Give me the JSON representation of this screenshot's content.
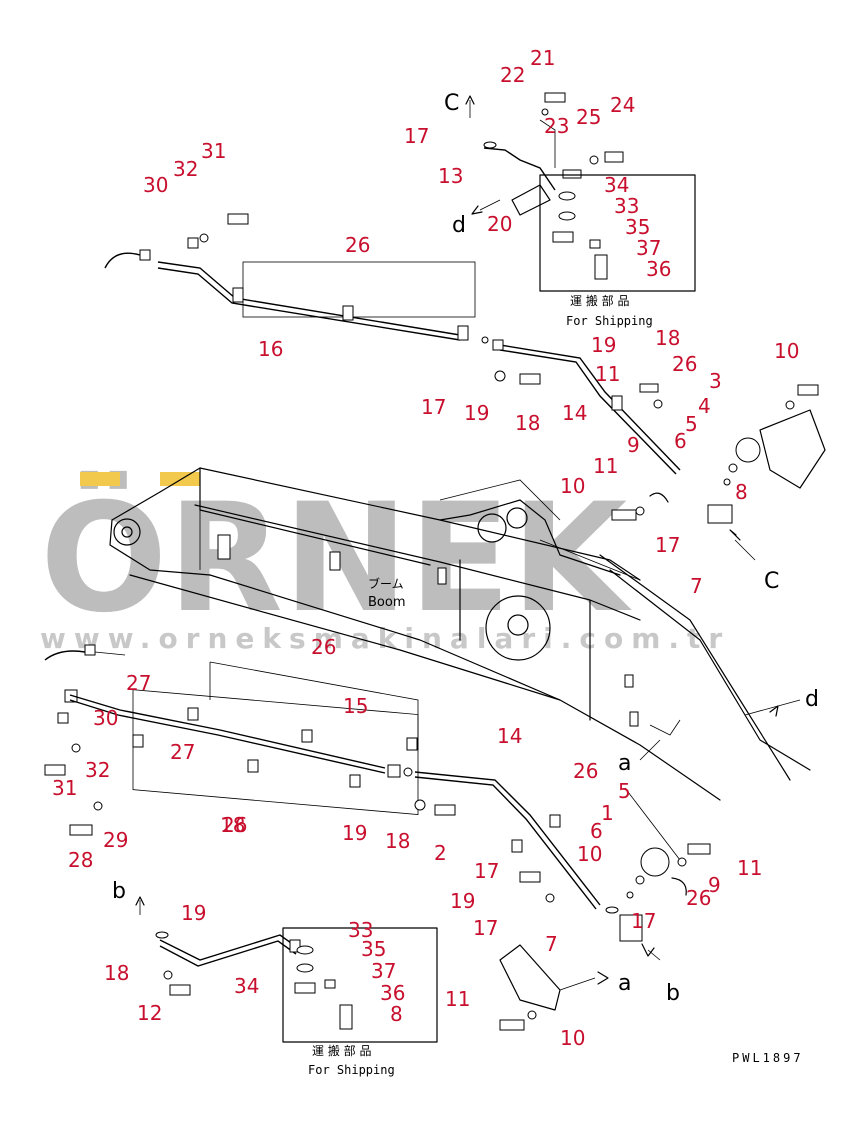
{
  "watermark": {
    "brand": "ÖRNEK",
    "url": "www.orneksmakinalari.com.tr",
    "accent_color": "#f2c94c"
  },
  "boom_label": {
    "jp": "ブーム",
    "en": "Boom"
  },
  "shipping_note": {
    "jp": "運 搬 部 品",
    "en": "For Shipping"
  },
  "drawing_code": "PWL1897",
  "view_letters": [
    "C",
    "d",
    "C",
    "a",
    "d",
    "a",
    "b",
    "b"
  ],
  "callouts": [
    "21",
    "22",
    "25",
    "24",
    "17",
    "23",
    "13",
    "20",
    "34",
    "33",
    "35",
    "37",
    "36",
    "30",
    "32",
    "31",
    "26",
    "16",
    "18",
    "19",
    "17",
    "19",
    "18",
    "14",
    "26",
    "11",
    "10",
    "3",
    "4",
    "5",
    "9",
    "6",
    "11",
    "10",
    "17",
    "7",
    "8",
    "27",
    "30",
    "31",
    "32",
    "27",
    "26",
    "15",
    "14",
    "26",
    "28",
    "29",
    "26",
    "17",
    "19",
    "18",
    "2",
    "1",
    "5",
    "6",
    "10",
    "11",
    "9",
    "26",
    "18",
    "19",
    "17",
    "7",
    "17",
    "19",
    "18",
    "12",
    "34",
    "33",
    "35",
    "37",
    "36",
    "8",
    "11",
    "10"
  ],
  "colors": {
    "callout": "#c8102e",
    "line": "#000000",
    "watermark": "#bdbdbd"
  }
}
